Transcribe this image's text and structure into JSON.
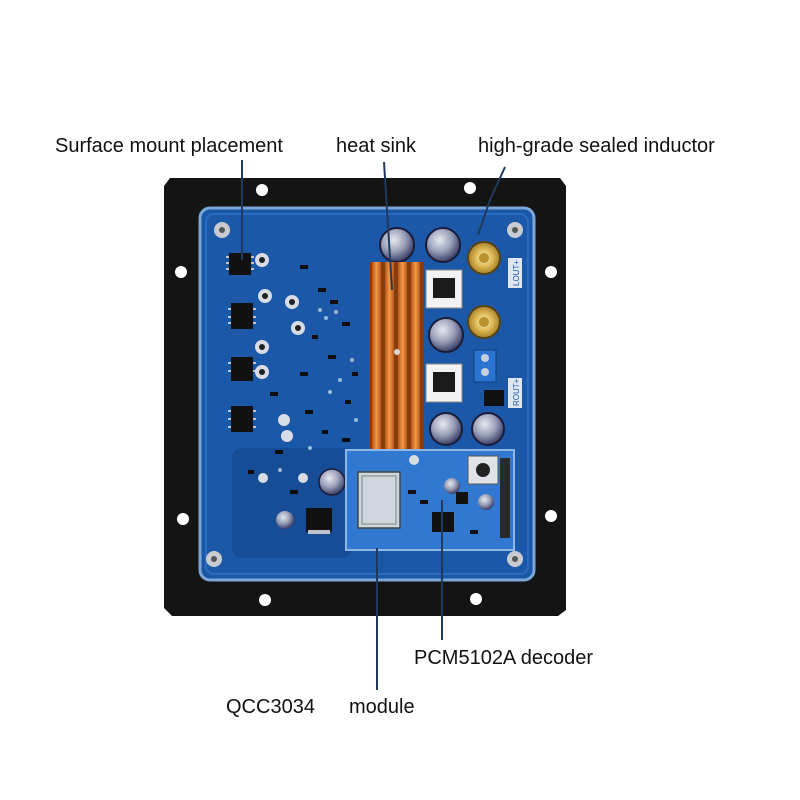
{
  "labels": {
    "smt": "Surface mount placement",
    "heat_sink": "heat sink",
    "inductor": "high-grade sealed inductor",
    "decoder": "PCM5102A decoder",
    "qcc": "QCC3034",
    "module": "module"
  },
  "board_markings": {
    "lout": "LOUT+",
    "rout": "ROUT+"
  },
  "colors": {
    "gasket": "#141414",
    "pcb": "#1c58a8",
    "pcb_dark": "#123f80",
    "heat_sink": "#e07a26",
    "leader_line": "#1f3a5c"
  }
}
